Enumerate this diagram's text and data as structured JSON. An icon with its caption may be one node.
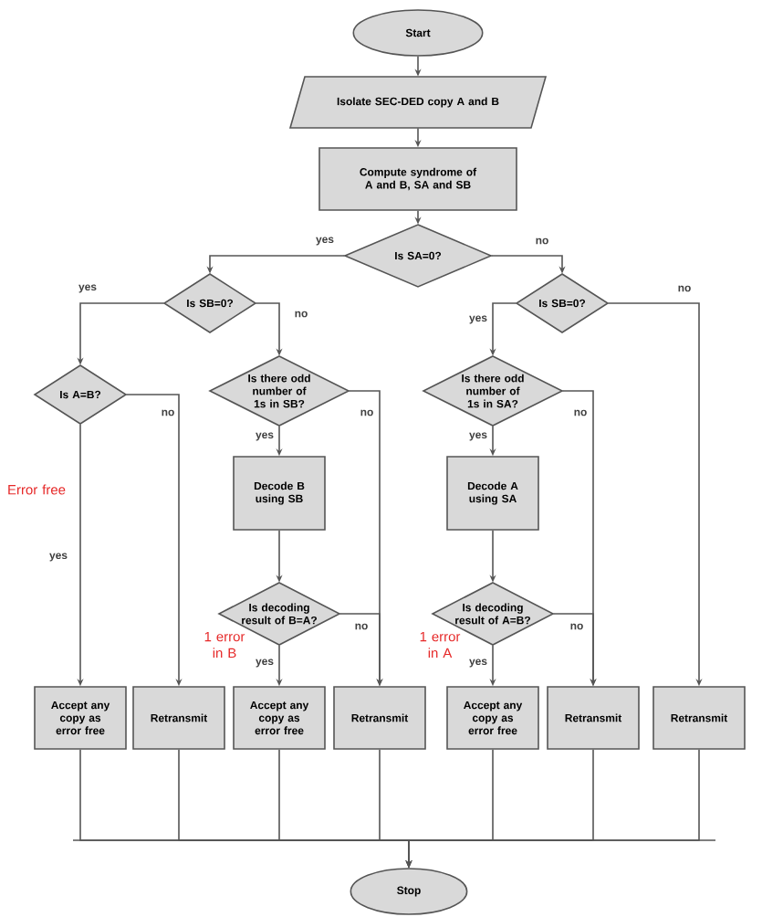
{
  "diagram": {
    "nodes": [
      {
        "text": [
          "Start"
        ]
      },
      {
        "text": [
          "Isolate SEC-DED copy A and B"
        ]
      },
      {
        "text": [
          "Compute syndrome of A and B, SA and SB"
        ]
      },
      {
        "text": [
          "Is SA=0?"
        ]
      },
      {
        "text": [
          "Is SB=0?"
        ]
      },
      {
        "text": [
          "Is SB=0?"
        ]
      },
      {
        "text": [
          "Is A=B?"
        ]
      },
      {
        "text": [
          "Is there odd number of 1s in SB?"
        ]
      },
      {
        "text": [
          "Is there odd number of 1s in SA?"
        ]
      },
      {
        "text": [
          "Decode B using SB"
        ]
      },
      {
        "text": [
          "Decode A using SA"
        ]
      },
      {
        "text": [
          "Is decoding result of B=A?"
        ]
      },
      {
        "text": [
          "Is decoding result of A=B?"
        ]
      },
      {
        "text": [
          "Accept any copy as error free"
        ]
      },
      {
        "text": [
          "Retransmit"
        ]
      },
      {
        "text": [
          "Accept any copy as error free"
        ]
      },
      {
        "text": [
          "Retransmit"
        ]
      },
      {
        "text": [
          "Accept any copy as error free"
        ]
      },
      {
        "text": [
          "Retransmit"
        ]
      },
      {
        "text": [
          "Retransmit"
        ]
      },
      {
        "text": [
          "Stop"
        ]
      }
    ],
    "edges": [
      {
        "from": 0,
        "to": 1,
        "arrow": "to"
      },
      {
        "from": 1,
        "to": 2,
        "arrow": "to"
      },
      {
        "from": 2,
        "to": 3,
        "arrow": "to"
      },
      {
        "from": 3,
        "to": 4,
        "arrow": "to",
        "label": "yes"
      },
      {
        "from": 3,
        "to": 5,
        "arrow": "to",
        "label": "no"
      },
      {
        "from": 4,
        "to": 6,
        "arrow": "to",
        "label": "yes"
      },
      {
        "from": 4,
        "to": 7,
        "arrow": "to",
        "label": "no"
      },
      {
        "from": 5,
        "to": 8,
        "arrow": "to",
        "label": "yes"
      },
      {
        "from": 5,
        "to": 19,
        "arrow": "to",
        "label": "no"
      },
      {
        "from": 6,
        "to": 13,
        "arrow": "to",
        "label": "yes"
      },
      {
        "from": 6,
        "to": 14,
        "arrow": "to",
        "label": "no"
      },
      {
        "from": 7,
        "to": 9,
        "arrow": "to",
        "label": "yes"
      },
      {
        "from": 7,
        "to": 16,
        "arrow": "to",
        "label": "no"
      },
      {
        "from": 8,
        "to": 10,
        "arrow": "to",
        "label": "yes"
      },
      {
        "from": 8,
        "to": 18,
        "arrow": "to",
        "label": "no"
      },
      {
        "from": 9,
        "to": 11,
        "arrow": "to"
      },
      {
        "from": 10,
        "to": 12,
        "arrow": "to"
      },
      {
        "from": 11,
        "to": 15,
        "arrow": "to",
        "label": "yes"
      },
      {
        "from": 11,
        "to": 16,
        "arrow": "to",
        "label": "no"
      },
      {
        "from": 12,
        "to": 17,
        "arrow": "to",
        "label": "yes"
      },
      {
        "from": 12,
        "to": 18,
        "arrow": "to",
        "label": "no"
      },
      {
        "from": 13,
        "to": 20,
        "arrow": "to"
      },
      {
        "from": 14,
        "to": 20,
        "arrow": "to"
      },
      {
        "from": 15,
        "to": 20,
        "arrow": "to"
      },
      {
        "from": 16,
        "to": 20,
        "arrow": "to"
      },
      {
        "from": 17,
        "to": 20,
        "arrow": "to"
      },
      {
        "from": 18,
        "to": 20,
        "arrow": "to"
      },
      {
        "from": 19,
        "to": 20,
        "arrow": "to"
      }
    ],
    "labels": [
      "Error free",
      "1 error in B",
      "1 error in A"
    ]
  }
}
